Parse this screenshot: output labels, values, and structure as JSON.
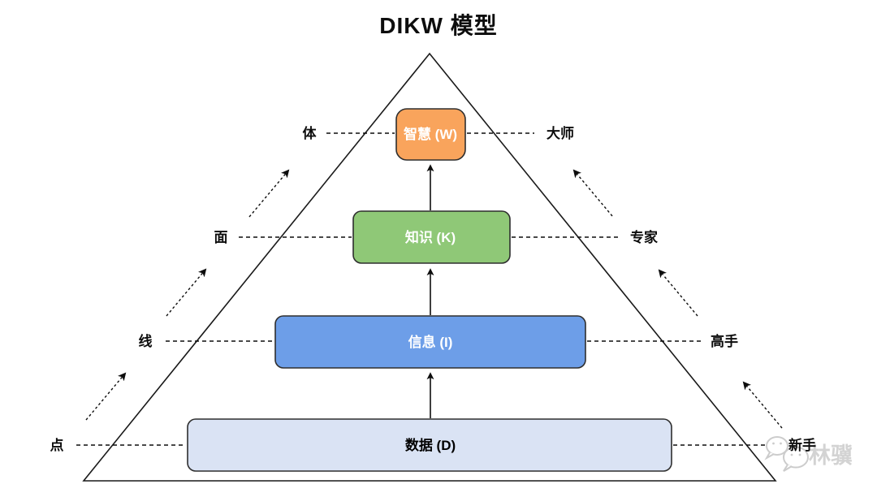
{
  "title": "DIKW 模型",
  "pyramid": {
    "levels": [
      {
        "key": "data",
        "label": "数据 (D)",
        "fill": "#DAE3F4",
        "stroke": "#2E2E2E",
        "text_color": "#000000",
        "dimension_label": "点",
        "mastery_label": "新手"
      },
      {
        "key": "information",
        "label": "信息 (I)",
        "fill": "#6D9EE8",
        "stroke": "#2E2E2E",
        "text_color": "#FFFFFF",
        "dimension_label": "线",
        "mastery_label": "高手"
      },
      {
        "key": "knowledge",
        "label": "知识 (K)",
        "fill": "#8FC877",
        "stroke": "#2E2E2E",
        "text_color": "#FFFFFF",
        "dimension_label": "面",
        "mastery_label": "专家"
      },
      {
        "key": "wisdom",
        "label": "智慧 (W)",
        "fill": "#F9A45C",
        "stroke": "#2E2E2E",
        "text_color": "#FFFFFF",
        "dimension_label": "体",
        "mastery_label": "大师"
      }
    ]
  },
  "watermark": {
    "text": "林骥"
  }
}
